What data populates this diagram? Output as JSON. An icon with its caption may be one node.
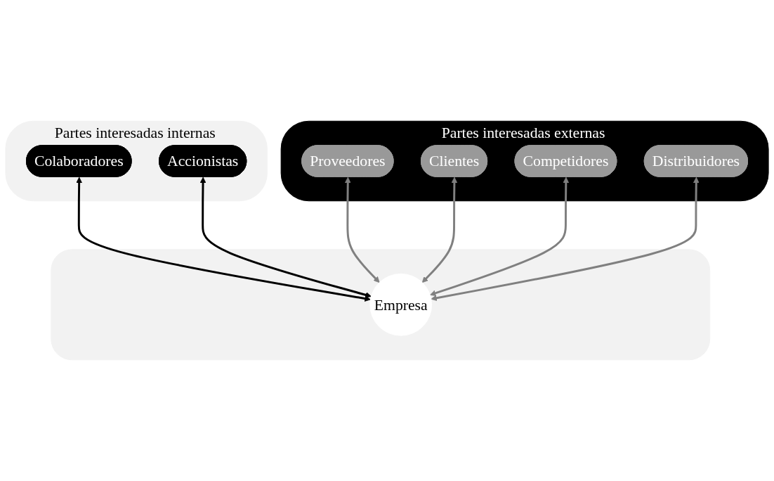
{
  "diagram": {
    "nodes": [
      {
        "text": [
          "Partes interesadas internas"
        ]
      },
      {
        "text": [
          "Colaboradores"
        ],
        "in": 0
      },
      {
        "text": [
          "Accionistas"
        ],
        "in": 0
      },
      {
        "text": [
          "Partes interesadas externas"
        ]
      },
      {
        "text": [
          "Proveedores"
        ],
        "in": 3
      },
      {
        "text": [
          "Clientes"
        ],
        "in": 3
      },
      {
        "text": [
          "Competidores"
        ],
        "in": 3
      },
      {
        "text": [
          "Distribuidores"
        ],
        "in": 3
      },
      {
        "text": [],
        "shape": "box"
      },
      {
        "text": [
          "Empresa"
        ],
        "in": 8
      }
    ],
    "edges": [
      {
        "from": 1,
        "to": 9,
        "arrow": "both",
        "color": "#000000"
      },
      {
        "from": 2,
        "to": 9,
        "arrow": "both",
        "color": "#000000"
      },
      {
        "from": 4,
        "to": 9,
        "arrow": "both"
      },
      {
        "from": 5,
        "to": 9,
        "arrow": "both"
      },
      {
        "from": 6,
        "to": 9,
        "arrow": "both"
      },
      {
        "from": 7,
        "to": 9,
        "arrow": "both"
      }
    ]
  }
}
